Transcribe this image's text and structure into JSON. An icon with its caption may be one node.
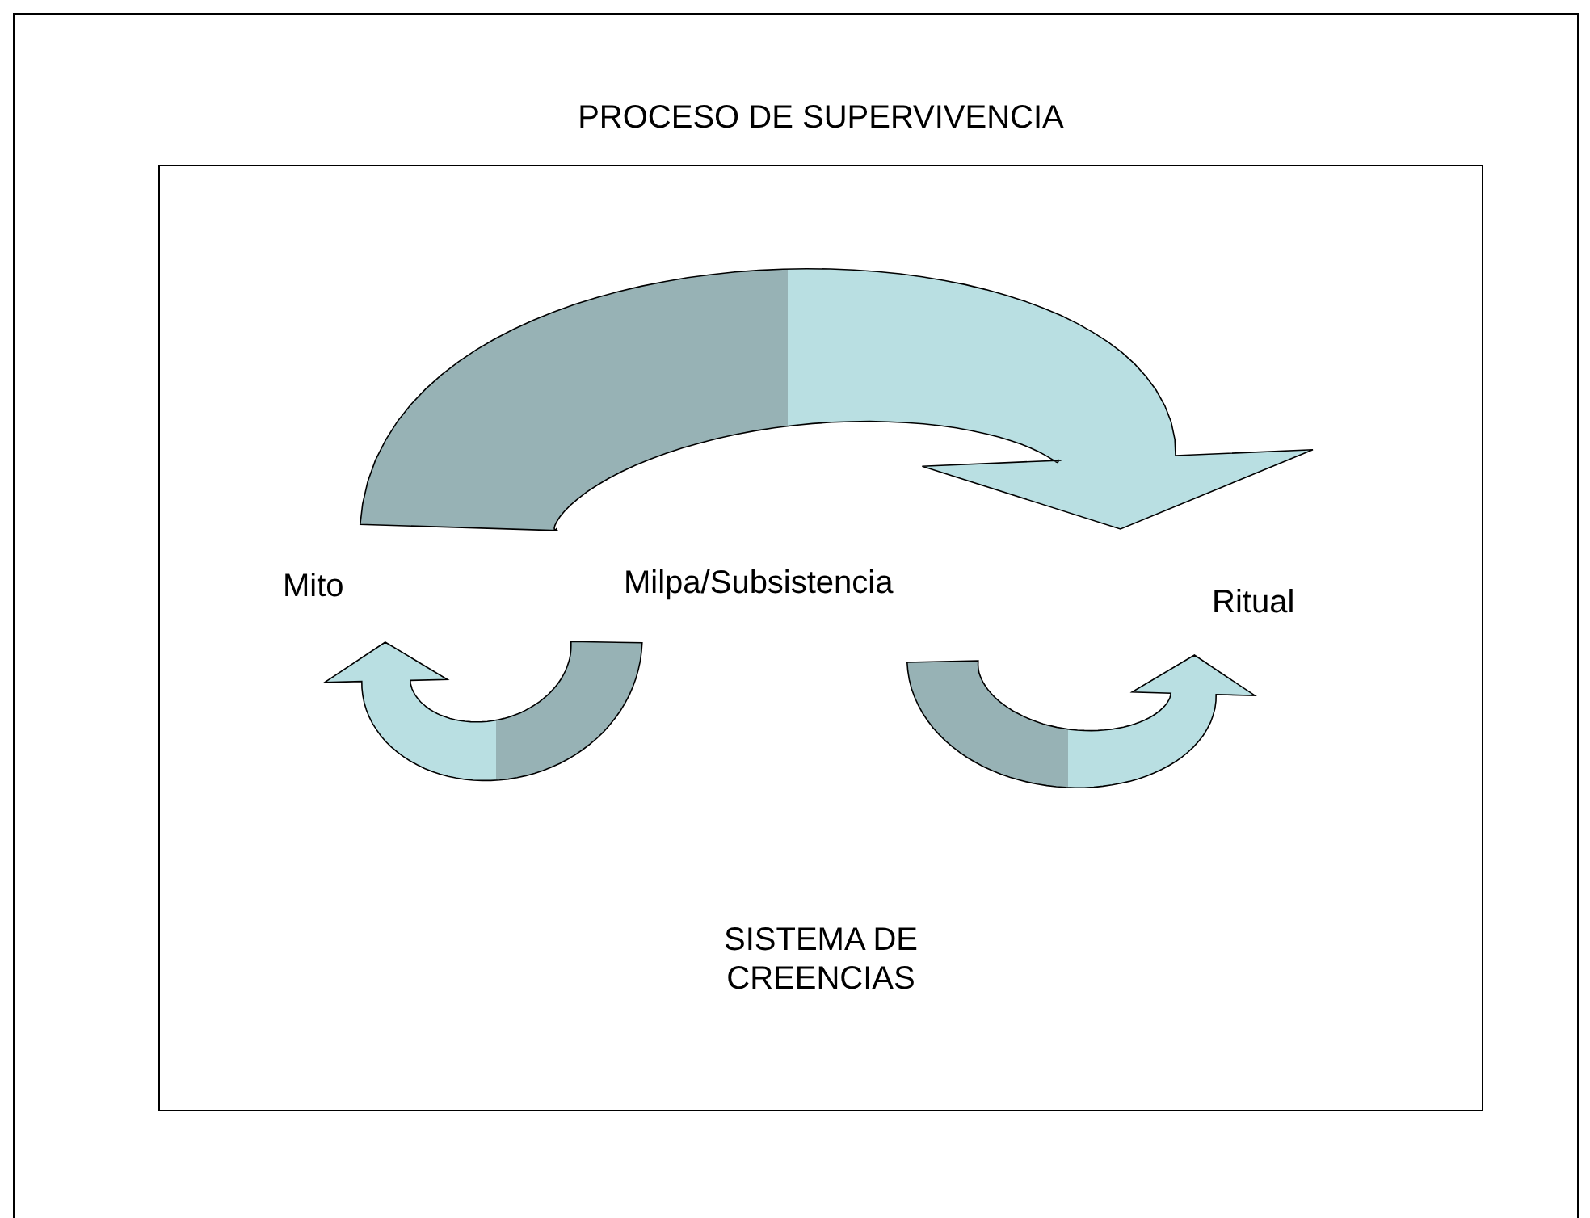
{
  "diagram": {
    "nodes": [
      {
        "text": [
          "PROCESO DE SUPERVIVENCIA",
          "SISTEMA DE CREENCIAS"
        ]
      },
      {
        "text": [
          "Mito"
        ],
        "in": 0
      },
      {
        "text": [
          "Milpa/Subsistencia"
        ],
        "in": 0
      },
      {
        "text": [
          "Ritual"
        ],
        "in": 0
      }
    ],
    "edges": [
      {
        "from": 1,
        "to": 3,
        "arrow": "to"
      },
      {
        "from": 2,
        "to": 1,
        "arrow": "to"
      },
      {
        "from": 2,
        "to": 3,
        "arrow": "to"
      }
    ]
  }
}
